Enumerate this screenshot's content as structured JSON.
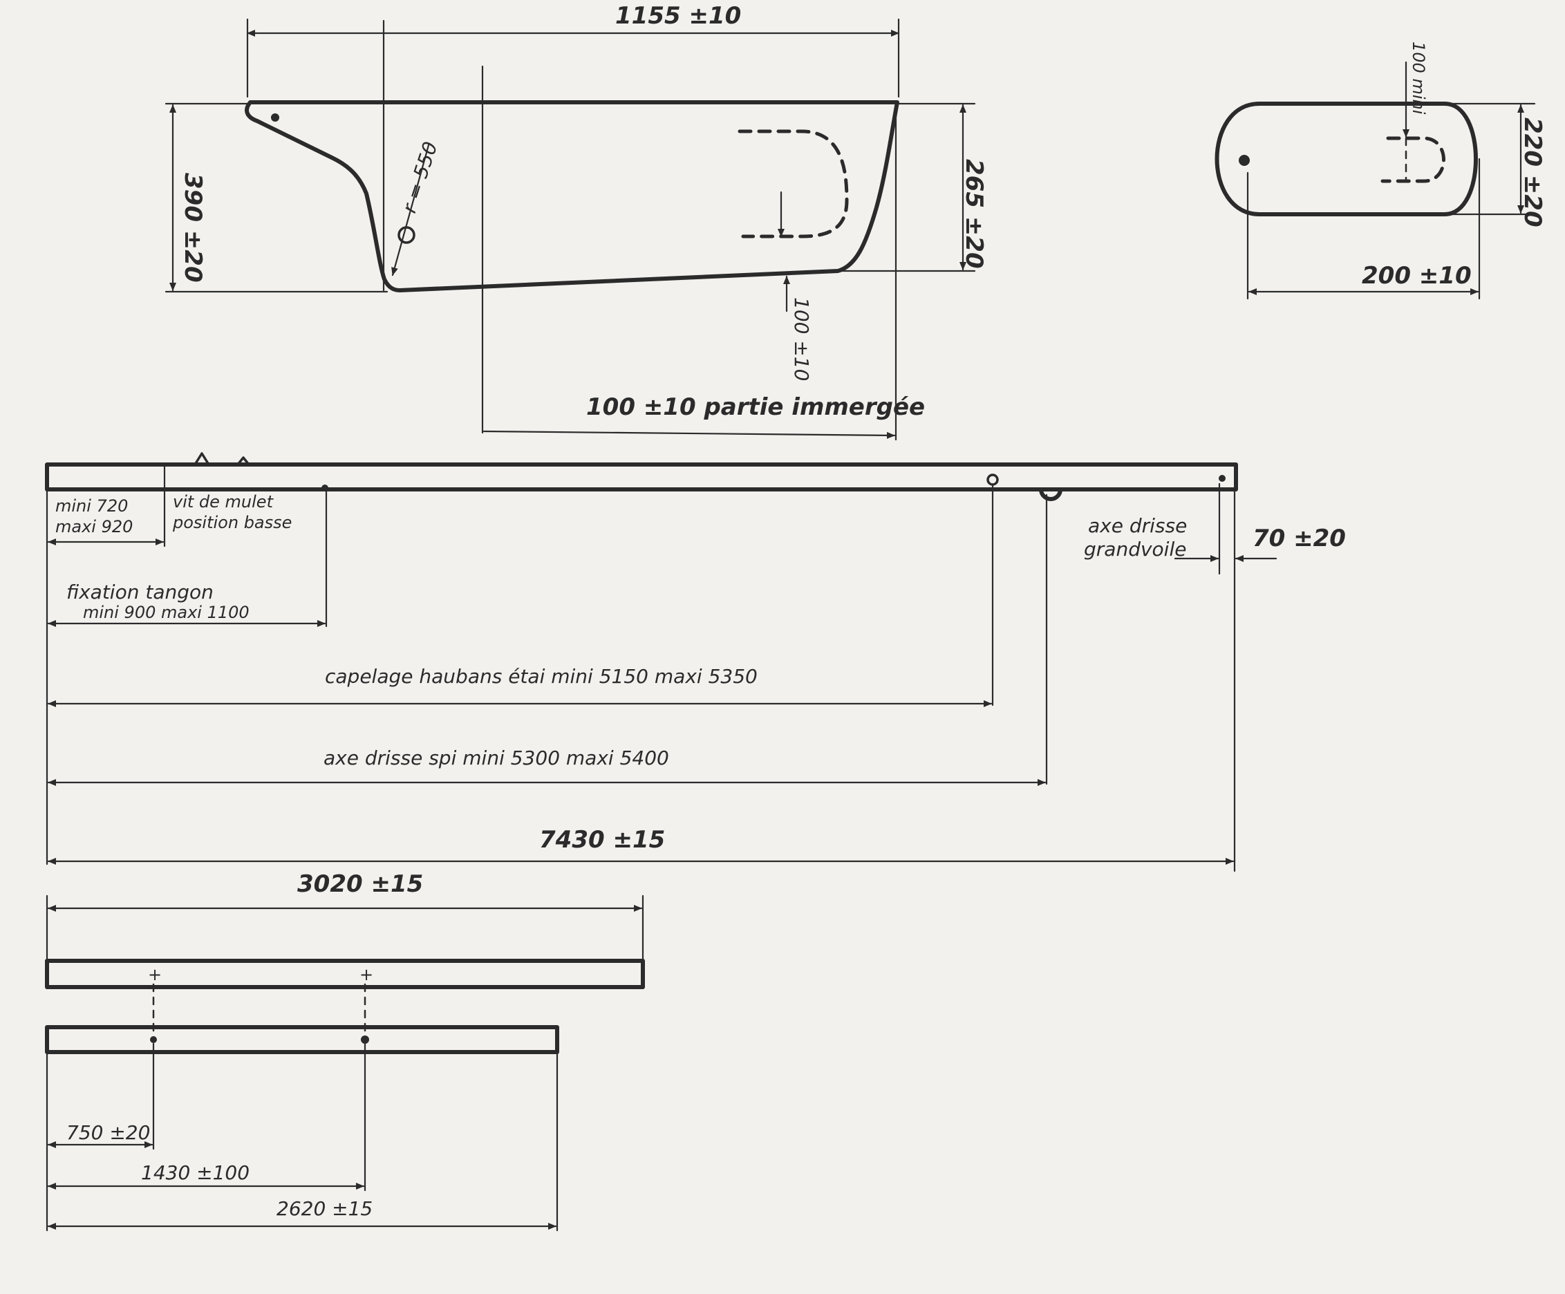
{
  "keel": {
    "length_dim": "1155 ±10",
    "height_dim": "390 ±20",
    "radius_dim": "r = 550",
    "rear_height_dim": "265 ±20",
    "depth_dim": "100 ±10",
    "immersed_label": "100 ±10 partie immergée"
  },
  "section": {
    "height_dim": "220 ±20",
    "width_dim": "200 ±10",
    "inner_dim": "100 mini"
  },
  "mast": {
    "gooseneck_dim_min": "mini 720",
    "gooseneck_dim_max": "maxi 920",
    "gooseneck_label_1": "vit de mulet",
    "gooseneck_label_2": "position basse",
    "pole_fix_label_1": "fixation tangon",
    "pole_fix_label_2": "mini 900 maxi 1100",
    "shroud_label": "capelage haubans étai   mini 5150   maxi 5350",
    "spi_halyard_label": "axe drisse  spi  mini  5300  maxi 5400",
    "total_length": "7430 ±15",
    "main_halyard_label_1": "axe drisse",
    "main_halyard_label_2": "grandvoile",
    "top_offset_dim": "70 ±20"
  },
  "boom": {
    "length_dim": "3020 ±15"
  },
  "pole": {
    "dim_1": "750 ±20",
    "dim_2": "1430 ±100",
    "dim_3": "2620 ±15"
  }
}
